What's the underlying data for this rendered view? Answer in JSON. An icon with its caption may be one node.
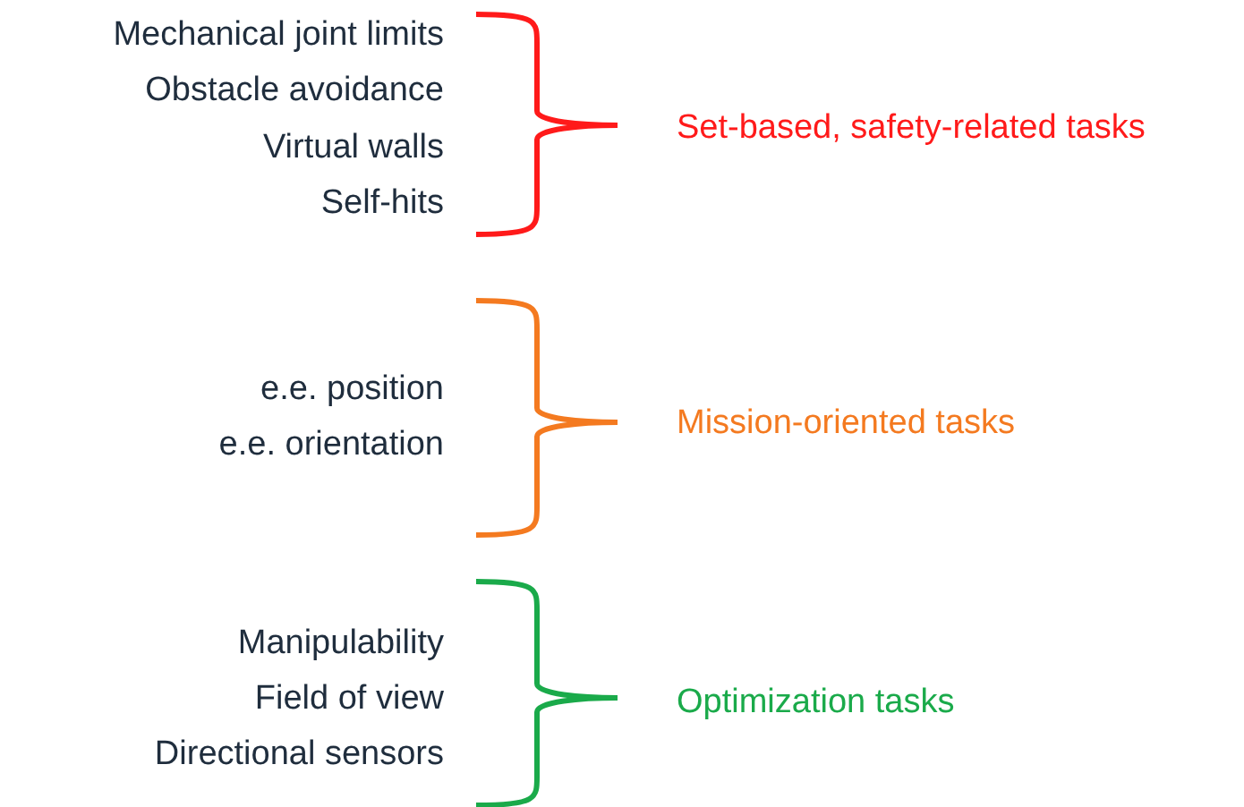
{
  "diagram": {
    "labels": [
      "Mechanical joint limits",
      "Obstacle avoidance",
      "Virtual walls",
      "Self-hits",
      "Set-based, safety-related tasks",
      "e.e. position",
      "e.e. orientation",
      "Mission-oriented tasks",
      "Manipulability",
      "Field of view",
      "Directional sensors",
      "Optimization tasks"
    ]
  }
}
